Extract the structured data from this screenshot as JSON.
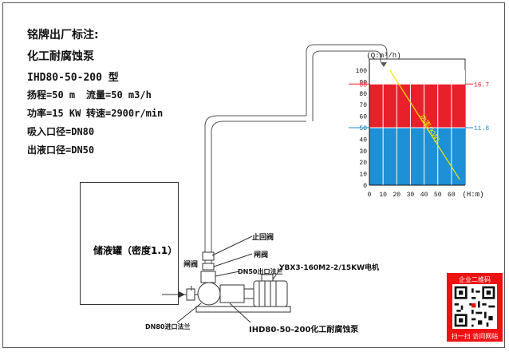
{
  "nameplate": {
    "heading": "铭牌出厂标注:",
    "pump_type": "化工耐腐蚀泵",
    "model": "IHD80-50-200 型",
    "head": "扬程=50 m",
    "flow": "流量=50 m3/h",
    "power": "功率=15 KW",
    "speed": "转速=2900r/min",
    "inlet": "吸入口径=DN80",
    "outlet": "出液口径=DN50"
  },
  "tank": {
    "label": "储液罐（密度1.1）"
  },
  "callouts": {
    "check_valve": "止回阀",
    "gate_valve_top": "闸阀",
    "gate_valve_left": "闸阀",
    "outlet_flange": "DN50出口法兰",
    "motor": "YBX3-160M2-2/15KW电机",
    "inlet_flange": "DN80进口法兰",
    "pump": "IHD80-50-200化工耐腐蚀泵"
  },
  "chart_data": {
    "type": "bar",
    "y_axis_label": "(Q:m³/h)",
    "x_axis_label": "(H:m)",
    "x_ticks": [
      0,
      10,
      20,
      30,
      40,
      50,
      60
    ],
    "y_ticks": [
      0,
      10,
      20,
      30,
      40,
      50,
      60,
      70,
      80,
      90,
      100
    ],
    "ylim": [
      0,
      100
    ],
    "xlim": [
      0,
      70
    ],
    "bands": [
      {
        "from": 0,
        "to": 50,
        "color": "#1e90d6"
      },
      {
        "from": 50,
        "to": 88,
        "color": "#e8202a"
      },
      {
        "from": 88,
        "to": 100,
        "color": "#ffffff"
      }
    ],
    "marked_left": [
      {
        "value": 88,
        "color": "#e8202a"
      },
      {
        "value": 50,
        "color": "#1e90d6"
      }
    ],
    "marked_right": [
      {
        "label": "16.7",
        "at": 88,
        "color": "#e8202a"
      },
      {
        "label": "11.8",
        "at": 50,
        "color": "#1e90d6"
      }
    ],
    "power_line": {
      "label": "功率(KW)",
      "color": "#f2e600",
      "x": [
        15,
        66
      ],
      "y": [
        100,
        5
      ]
    }
  },
  "qr": {
    "header": "企业二维码",
    "footer": "扫一扫 访问网站"
  },
  "colors": {
    "line": "#333333",
    "pipe": "#555555"
  }
}
